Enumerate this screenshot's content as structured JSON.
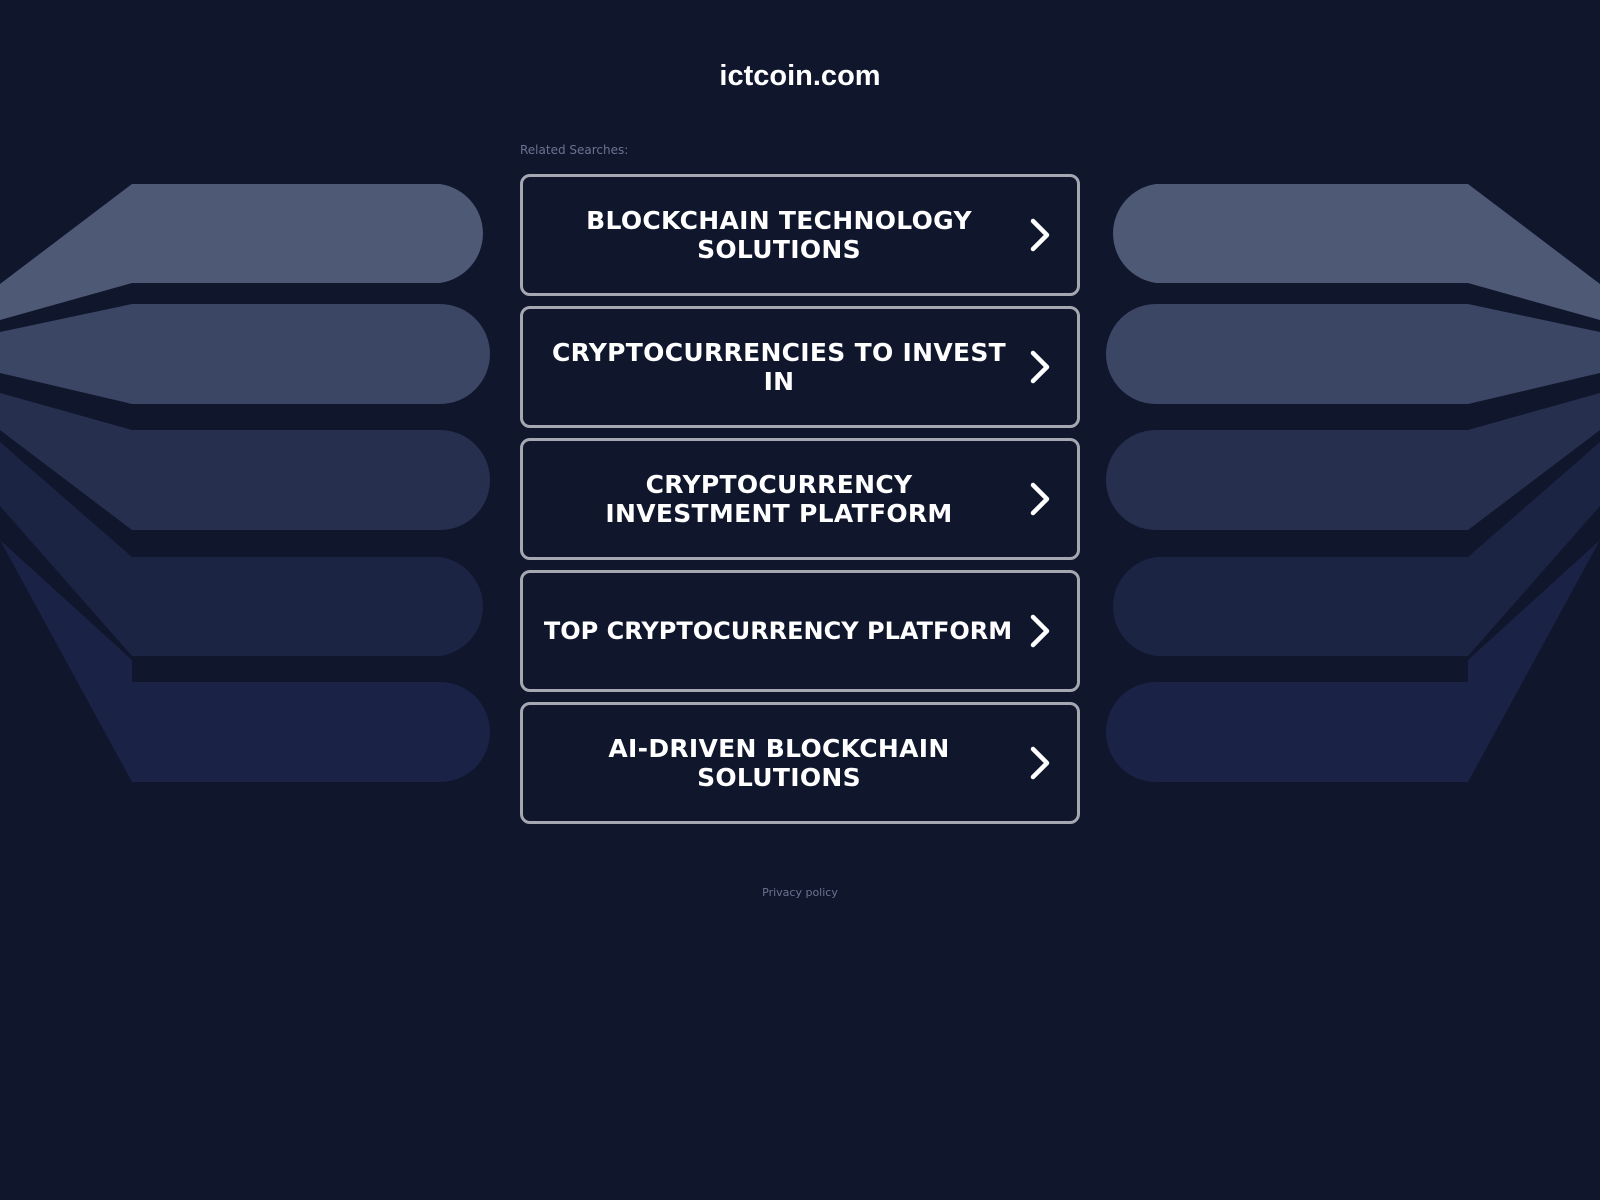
{
  "site": {
    "domain": "ictcoin.com"
  },
  "related": {
    "label": "Related Searches:",
    "items": [
      {
        "label": "BLOCKCHAIN TECHNOLOGY SOLUTIONS"
      },
      {
        "label": "CRYPTOCURRENCIES TO INVEST IN"
      },
      {
        "label": "CRYPTOCURRENCY INVESTMENT PLATFORM"
      },
      {
        "label": "TOP CRYPTOCURRENCY PLATFORM"
      },
      {
        "label": "AI-DRIVEN BLOCKCHAIN SOLUTIONS"
      }
    ],
    "arrow_icon": "chevron-right-icon"
  },
  "footer": {
    "privacy_label": "Privacy policy"
  },
  "colors": {
    "background": "#10162c",
    "button_border": "#a5a8b0",
    "text": "#ffffff",
    "muted_text": "#6a7391",
    "band_1": "#4e5a75",
    "band_2": "#3a4664",
    "band_3": "#262f4e",
    "band_4": "#1c2444",
    "band_5": "#1a2345"
  }
}
